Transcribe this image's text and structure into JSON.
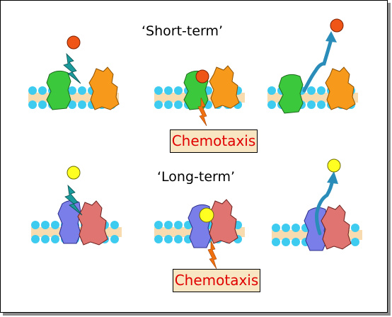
{
  "titles": {
    "short_term": "‘Short-term’",
    "long_term": "‘Long-term’"
  },
  "labels": {
    "chemotaxis_top": "Chemotaxis",
    "chemotaxis_bottom": "Chemotaxis"
  },
  "colors": {
    "background": "#ffffff",
    "membrane_bead": "#3ecbf0",
    "membrane_fill": "#f8dcb0",
    "receptor_green": "#3cc83c",
    "transducer_orange": "#f79a1c",
    "receptor_blue": "#7a7ee8",
    "transducer_pink": "#e07470",
    "ligand_red": "#f05518",
    "ligand_yellow": "#ffff22",
    "signal_teal": "#1a9a9a",
    "exit_arrow": "#2a8cb8",
    "signal_orange": "#f07010",
    "label_box": "#f7e6c1",
    "label_text": "#e00000"
  },
  "icons": {
    "lightning": "lightning-bolt-icon",
    "exit_arrow": "curved-arrow-icon",
    "ligand": "ligand-circle-icon"
  }
}
